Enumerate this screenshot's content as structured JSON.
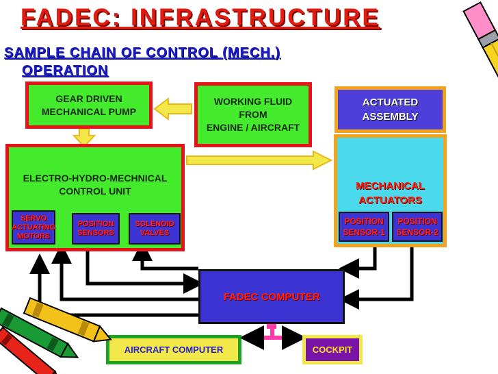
{
  "title": "FADEC: INFRASTRUCTURE",
  "subtitle": {
    "line1": "SAMPLE CHAIN OF CONTROL (MECH.)",
    "line2": "OPERATION"
  },
  "boxes": {
    "pump": {
      "line1": "GEAR DRIVEN",
      "line2": "MECHANICAL PUMP"
    },
    "fluid": {
      "line1": "WORKING FLUID",
      "line2": "FROM",
      "line3": "ENGINE / AIRCRAFT"
    },
    "assembly": {
      "line1": "ACTUATED",
      "line2": "ASSEMBLY"
    },
    "control_unit": {
      "line1": "ELECTRO-HYDRO-MECHNICAL",
      "line2": "CONTROL UNIT"
    },
    "servo": {
      "line1": "SERVO",
      "line2": "ACTUATING",
      "line3": "MOTORS"
    },
    "position_sensors": {
      "line1": "POSITION",
      "line2": "SENSORS"
    },
    "solenoid": {
      "line1": "SOLENOID",
      "line2": "VALVES"
    },
    "mech_actuators": {
      "line1": "MECHANICAL",
      "line2": "ACTUATORS"
    },
    "sensor1": {
      "line1": "POSITION",
      "line2": "SENSOR-1"
    },
    "sensor2": {
      "line1": "POSITION",
      "line2": "SENSOR-2"
    },
    "fadec": "FADEC COMPUTER",
    "aircraft": "AIRCRAFT COMPUTER",
    "cockpit": "COCKPIT"
  },
  "colors": {
    "title": "#e01b10",
    "subtitle": "#1a1ad0",
    "green": "#44ea2c",
    "blue": "#3b34d3",
    "cyan": "#4bd9ec",
    "red_border": "#e8121a",
    "orange_border": "#f2a21c",
    "yellow_arrow": "#f2e84a"
  },
  "decorations": [
    "pencil-icon",
    "crayons-icon"
  ]
}
